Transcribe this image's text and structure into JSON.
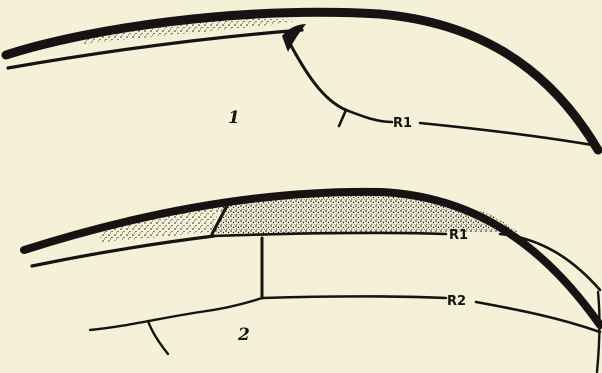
{
  "figures": [
    {
      "number": "1",
      "veins": [
        {
          "label": "R1"
        }
      ]
    },
    {
      "number": "2",
      "veins": [
        {
          "label": "R1"
        },
        {
          "label": "R2"
        }
      ]
    }
  ],
  "colors": {
    "paper": "#f5f0d8",
    "ink": "#161412"
  }
}
